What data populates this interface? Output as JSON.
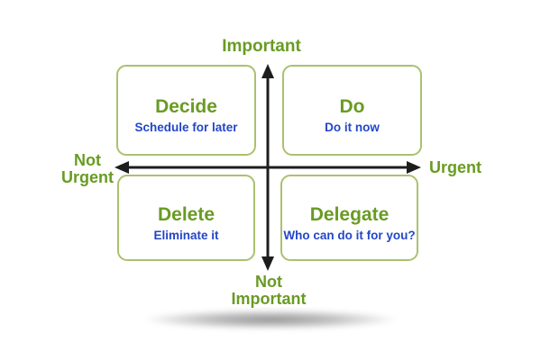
{
  "diagram": {
    "axis_labels": {
      "top": "Important",
      "bottom": "Not\nImportant",
      "left": "Not\nUrgent",
      "right": "Urgent"
    },
    "quadrants": {
      "top_left": {
        "title": "Decide",
        "subtitle": "Schedule for later"
      },
      "top_right": {
        "title": "Do",
        "subtitle": "Do it now"
      },
      "bottom_left": {
        "title": "Delete",
        "subtitle": "Eliminate it"
      },
      "bottom_right": {
        "title": "Delegate",
        "subtitle": "Who can do it for you?"
      }
    },
    "colors": {
      "heading_green": "#699b23",
      "subtitle_blue": "#2346c8",
      "box_border_green": "#abc16e",
      "arrow_black": "#1d1d1d"
    }
  }
}
